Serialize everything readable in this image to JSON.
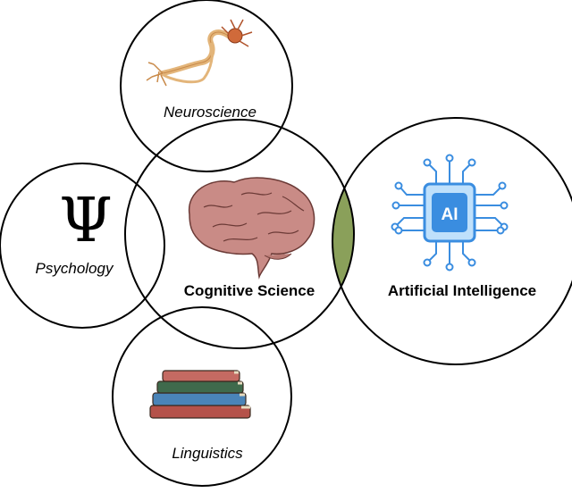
{
  "diagram": {
    "central": {
      "label": "Cognitive Science",
      "icon": "brain-icon"
    },
    "neuroscience": {
      "label": "Neuroscience",
      "icon": "neuron-icon"
    },
    "psychology": {
      "label": "Psychology",
      "icon": "psi-symbol-icon",
      "symbol": "Ψ"
    },
    "linguistics": {
      "label": "Linguistics",
      "icon": "books-icon"
    },
    "artificial_intelligence": {
      "label": "Artificial Intelligence",
      "icon": "ai-chip-icon",
      "chip_text": "AI"
    },
    "colors": {
      "outline": "#000000",
      "overlap_fill": "#8aa05a",
      "brain": "#c98b86",
      "neuron": "#e3b57a",
      "ai_blue": "#3a8de0",
      "ai_light": "#bfe0fb"
    }
  }
}
